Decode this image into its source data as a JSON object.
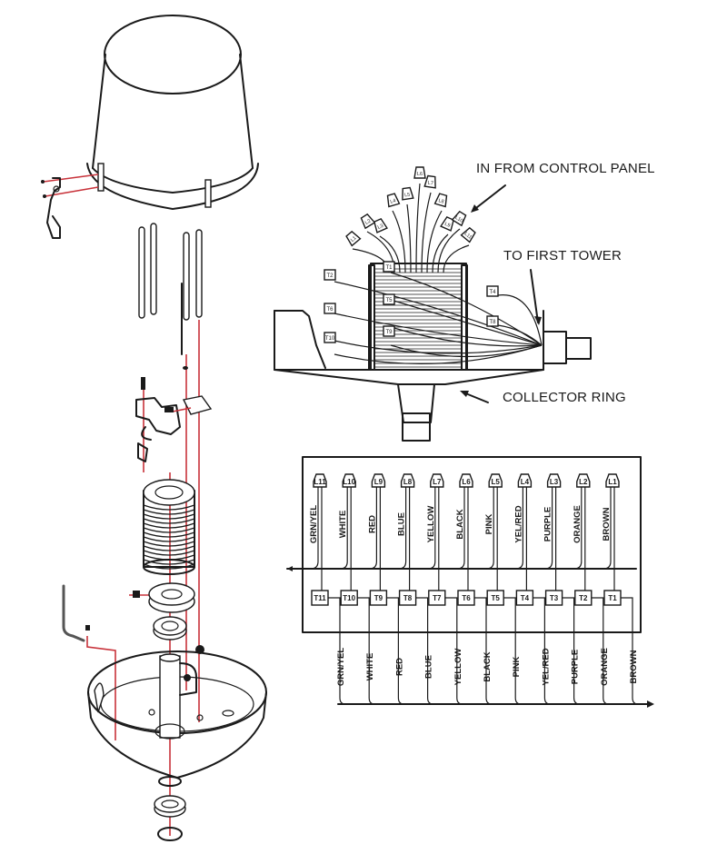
{
  "callouts": {
    "in_from_control_panel": "IN FROM CONTROL PANEL",
    "to_first_tower": "TO FIRST TOWER",
    "collector_ring": "COLLECTOR RING"
  },
  "colors": {
    "line": "#1a1a1a",
    "assembly_guide": "#c8323a",
    "background": "#ffffff"
  },
  "wiring_schematic": {
    "wires": [
      {
        "lead": "L11",
        "terminal": "T11",
        "color": "GRN/YEL"
      },
      {
        "lead": "L10",
        "terminal": "T10",
        "color": "WHITE"
      },
      {
        "lead": "L9",
        "terminal": "T9",
        "color": "RED"
      },
      {
        "lead": "L8",
        "terminal": "T8",
        "color": "BLUE"
      },
      {
        "lead": "L7",
        "terminal": "T7",
        "color": "YELLOW"
      },
      {
        "lead": "L6",
        "terminal": "T6",
        "color": "BLACK"
      },
      {
        "lead": "L5",
        "terminal": "T5",
        "color": "PINK"
      },
      {
        "lead": "L4",
        "terminal": "T4",
        "color": "YEL/RED"
      },
      {
        "lead": "L3",
        "terminal": "T3",
        "color": "PURPLE"
      },
      {
        "lead": "L2",
        "terminal": "T2",
        "color": "ORANGE"
      },
      {
        "lead": "L1",
        "terminal": "T1",
        "color": "BROWN"
      }
    ]
  },
  "collector_ring_detail": {
    "lead_tags": [
      "L1",
      "L2",
      "L3",
      "L4",
      "L5",
      "L6",
      "L7",
      "L8",
      "L9",
      "L10",
      "L11"
    ],
    "terminal_tags": [
      "T1",
      "T2",
      "T4",
      "T5",
      "T6",
      "T8",
      "T9",
      "T10"
    ]
  },
  "exploded_view": {
    "parts": [
      "cover",
      "cover-latch",
      "support-rods",
      "brush-holder-bracket",
      "collector-ring-stack",
      "lock-collar",
      "upper-bearing",
      "allen-wrench",
      "base-housing",
      "lower-bearing",
      "snap-ring"
    ]
  }
}
